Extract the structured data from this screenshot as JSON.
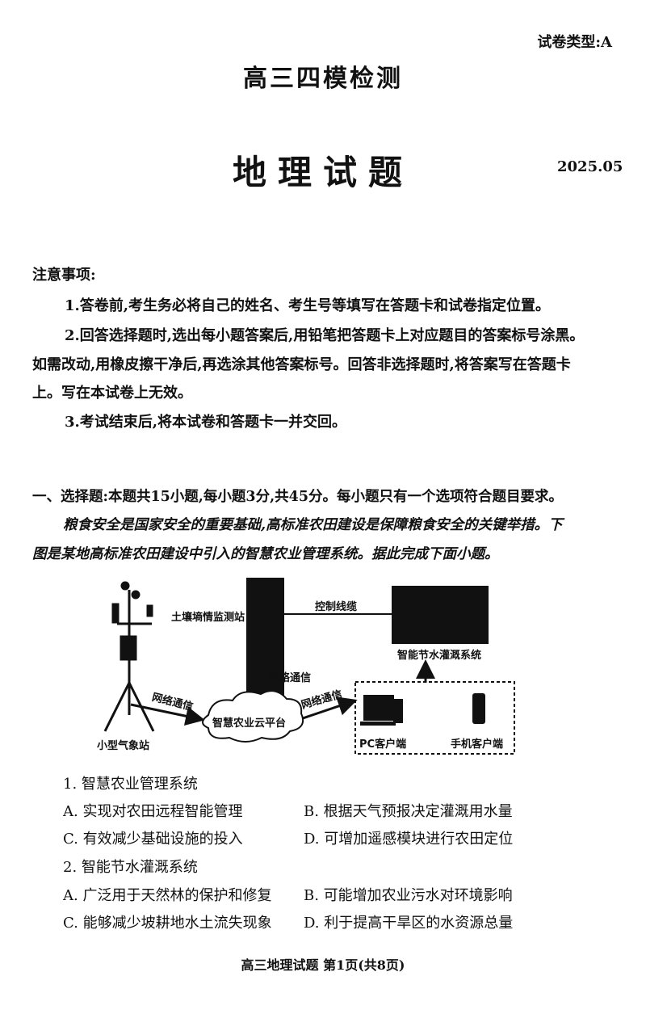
{
  "header": {
    "paper_type": "试卷类型:A",
    "exam_name": "高三四模检测",
    "subject_title": "地理试题",
    "date": "2025.05"
  },
  "notes": {
    "heading": "注意事项:",
    "items": [
      "1.答卷前,考生务必将自己的姓名、考生号等填写在答题卡和试卷指定位置。",
      "2.回答选择题时,选出每小题答案后,用铅笔把答题卡上对应题目的答案标号涂黑。",
      "如需改动,用橡皮擦干净后,再选涂其他答案标号。回答非选择题时,将答案写在答题卡",
      "上。写在本试卷上无效。",
      "3.考试结束后,将本试卷和答题卡一并交回。"
    ]
  },
  "section": {
    "heading": "一、选择题:本题共15小题,每小题3分,共45分。每小题只有一个选项符合题目要求。",
    "intro": [
      "粮食安全是国家安全的重要基础,高标准农田建设是保障粮食安全的关键举措。下",
      "图是某地高标准农田建设中引入的智慧农业管理系统。据此完成下面小题。"
    ]
  },
  "diagram": {
    "soil_station": "土壤墒情监测站",
    "control_cable": "控制线缆",
    "irrigation": "智能节水灌溉系统",
    "network1": "网络通信",
    "network2": "网络通信",
    "network3": "网络通信",
    "weather_station": "小型气象站",
    "cloud": "智慧农业云平台",
    "pc": "PC客户端",
    "mobile": "手机客户端"
  },
  "questions": [
    {
      "stem": "1. 智慧农业管理系统",
      "options": [
        "A. 实现对农田远程智能管理",
        "B. 根据天气预报决定灌溉用水量",
        "C. 有效减少基础设施的投入",
        "D. 可增加遥感模块进行农田定位"
      ]
    },
    {
      "stem": "2. 智能节水灌溉系统",
      "options": [
        "A. 广泛用于天然林的保护和修复",
        "B. 可能增加农业污水对环境影响",
        "C. 能够减少坡耕地水土流失现象",
        "D. 利于提高干旱区的水资源总量"
      ]
    }
  ],
  "footer": "高三地理试题 第1页(共8页)"
}
